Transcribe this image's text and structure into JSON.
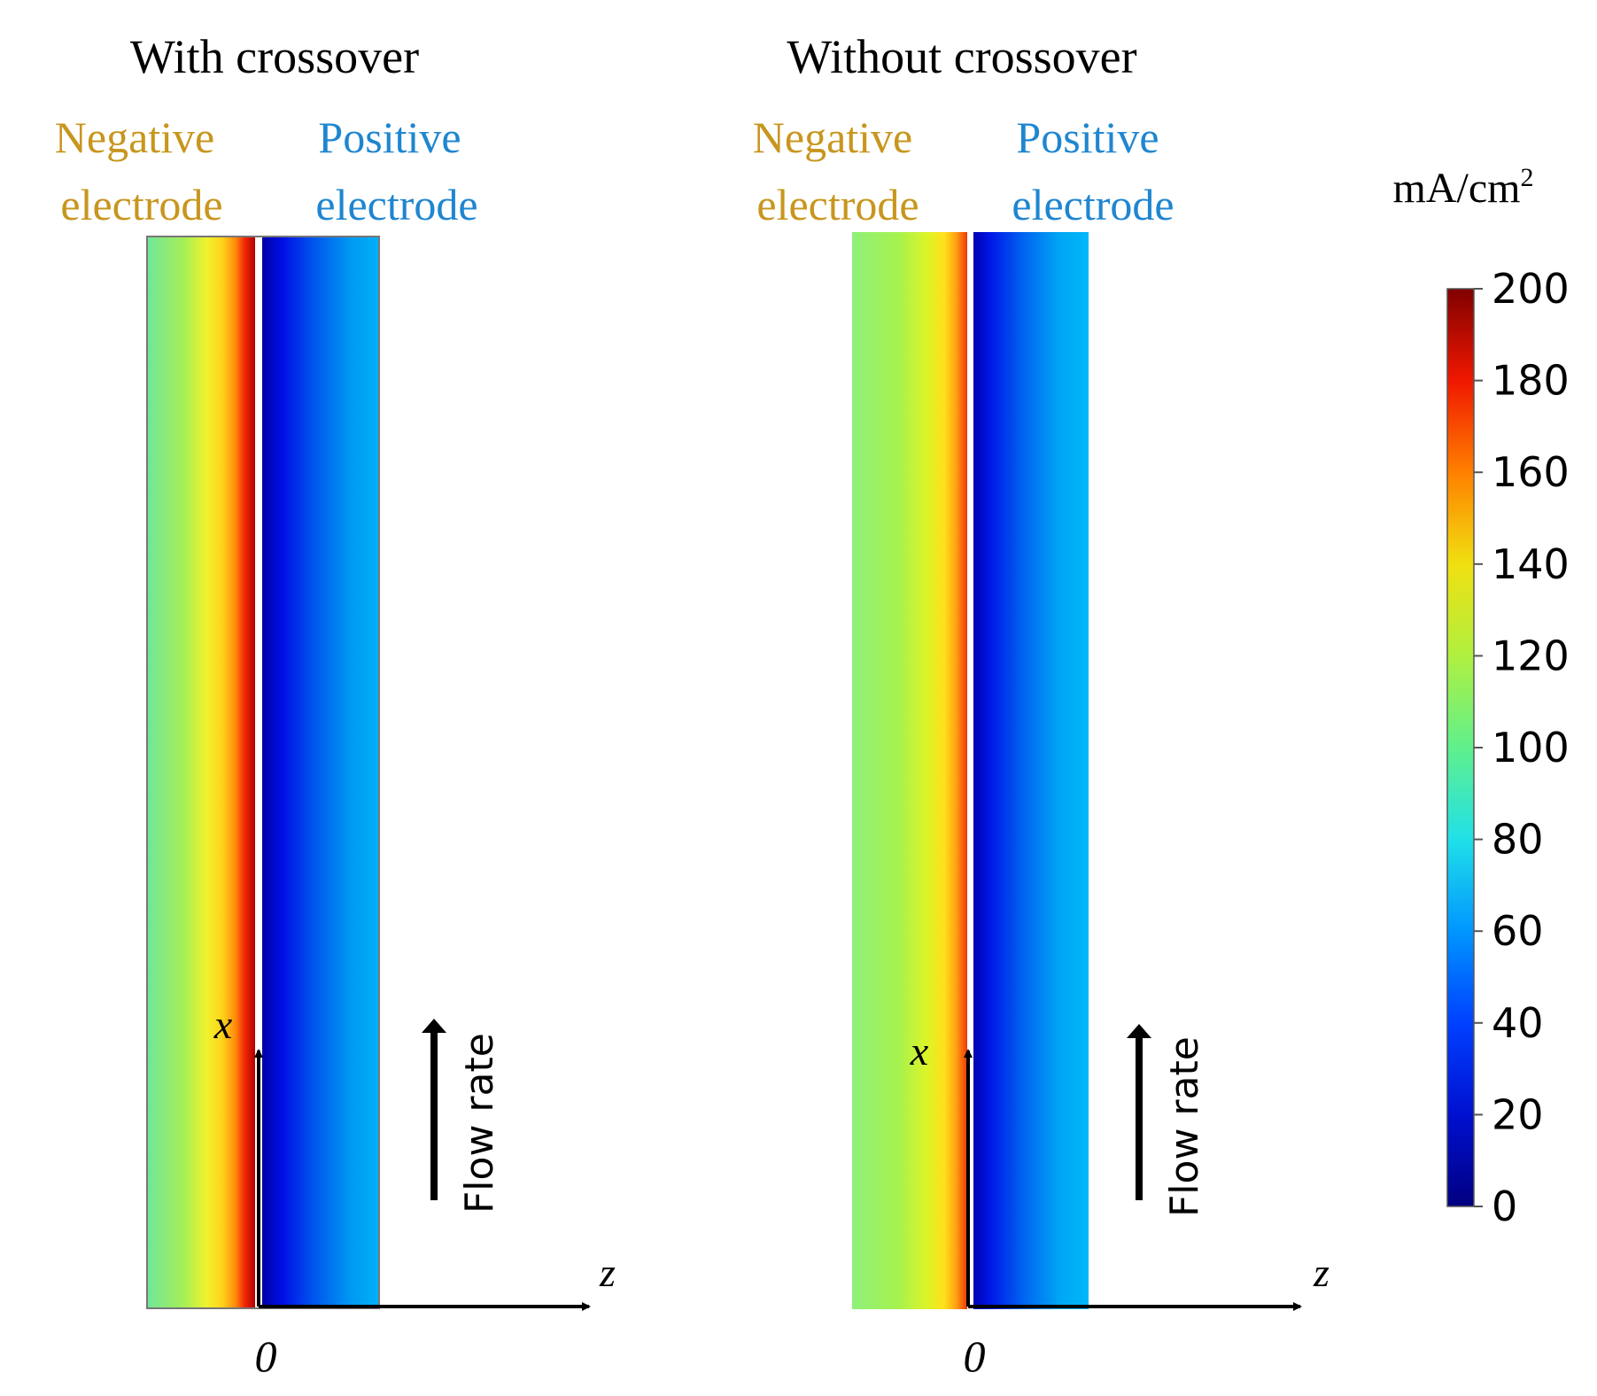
{
  "panels": [
    {
      "title": "With crossover",
      "negative_label": [
        "Negative",
        "electrode"
      ],
      "positive_label": [
        "Positive",
        "electrode"
      ],
      "flow_label": "Flow rate",
      "axis_x": "x",
      "axis_z": "z",
      "origin": "0"
    },
    {
      "title": "Without crossover",
      "negative_label": [
        "Negative",
        "electrode"
      ],
      "positive_label": [
        "Positive",
        "electrode"
      ],
      "flow_label": "Flow rate",
      "axis_x": "x",
      "axis_z": "z",
      "origin": "0"
    }
  ],
  "colorbar": {
    "unit": "mA/cm",
    "unit_sup": "2",
    "ticks": [
      "200",
      "180",
      "160",
      "140",
      "120",
      "100",
      "80",
      "60",
      "40",
      "20",
      "0"
    ],
    "min": 0,
    "max": 200
  },
  "colors": {
    "negative_text": "#c8961e",
    "positive_text": "#1f86d0",
    "axis": "#000000"
  }
}
